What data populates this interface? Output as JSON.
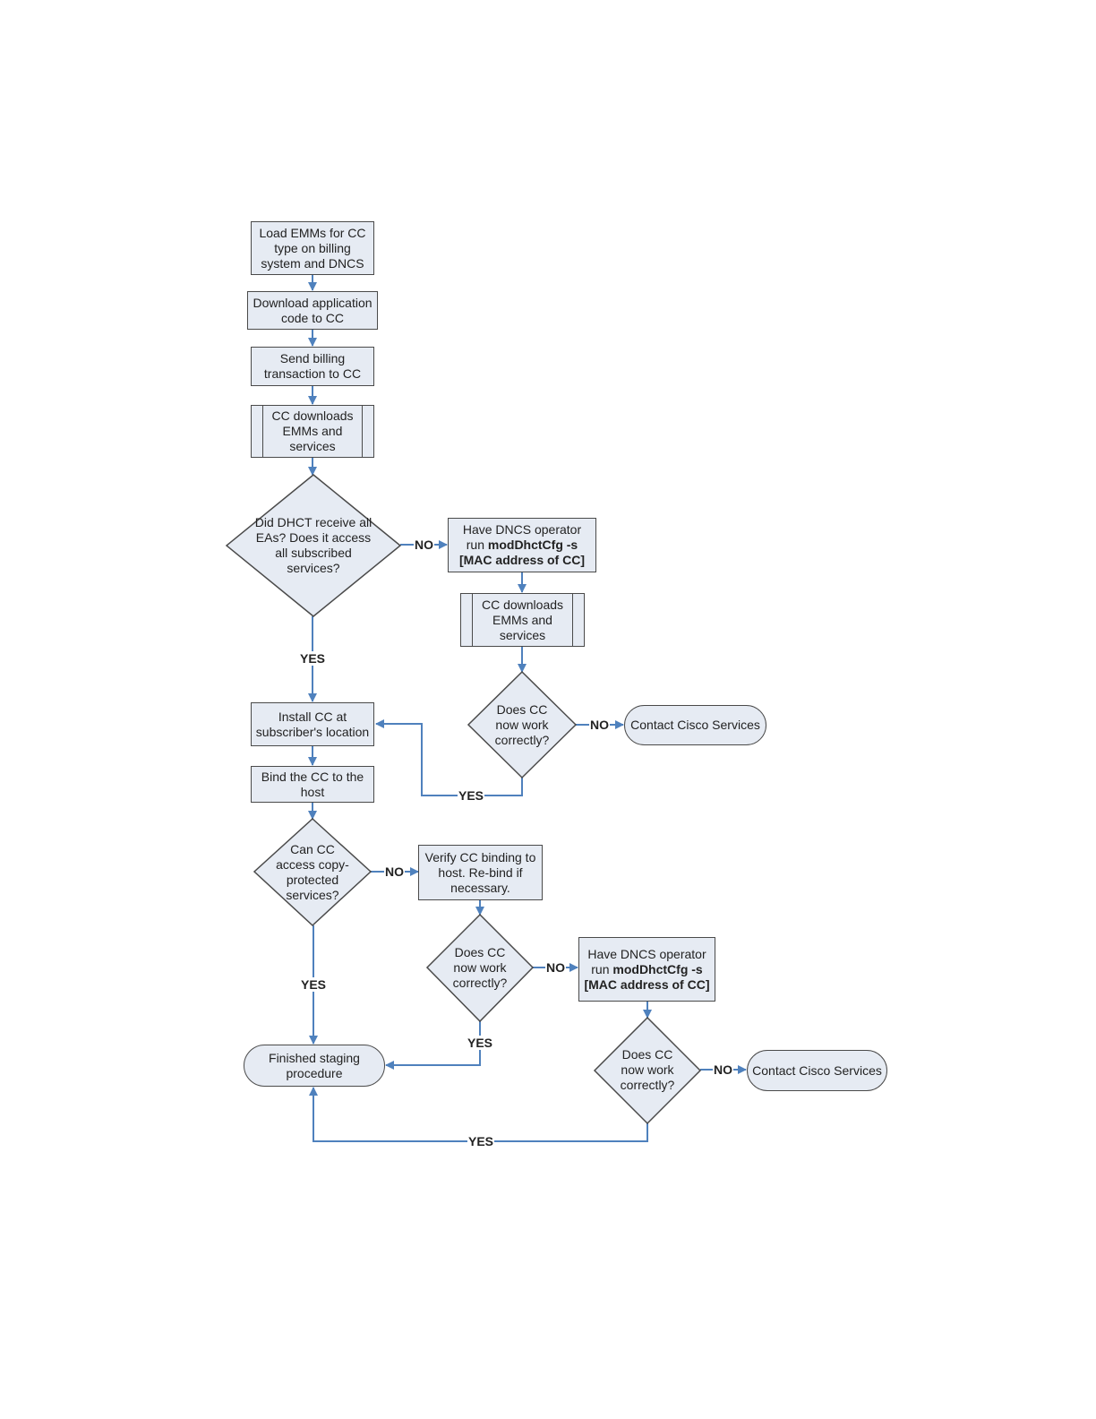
{
  "nodes": {
    "load_emms": "Load EMMs for CC type on billing system and DNCS",
    "download_app": "Download application code to CC",
    "send_billing": "Send billing transaction to CC",
    "cc_downloads_1": "CC downloads EMMs and services",
    "did_dhct": "Did DHCT receive all EAs? Does it access all subscribed services?",
    "operator_1": {
      "line1": "Have DNCS operator",
      "line2_prefix": "run ",
      "line2_bold": "modDhctCfg -s",
      "line3_bold": "[MAC address of CC]"
    },
    "cc_downloads_2": "CC downloads EMMs and services",
    "does_cc_1": "Does CC now work correctly?",
    "contact_1": "Contact Cisco Services",
    "install_cc": "Install CC at subscriber's location",
    "bind_cc": "Bind the CC to the host",
    "can_cc": "Can CC access copy-protected services?",
    "verify_cc": "Verify CC binding to host. Re-bind if necessary.",
    "does_cc_2": "Does CC now work correctly?",
    "operator_2": {
      "line1": "Have DNCS operator",
      "line2_prefix": "run ",
      "line2_bold": "modDhctCfg -s",
      "line3_bold": "[MAC address of CC]"
    },
    "does_cc_3": "Does CC now work correctly?",
    "contact_2": "Contact Cisco Services",
    "finished": "Finished staging procedure"
  },
  "edge_labels": {
    "no": "NO",
    "yes": "YES"
  },
  "colors": {
    "fill": "#e6ebf3",
    "border": "#4a4a4a",
    "connector": "#4f81bd"
  }
}
